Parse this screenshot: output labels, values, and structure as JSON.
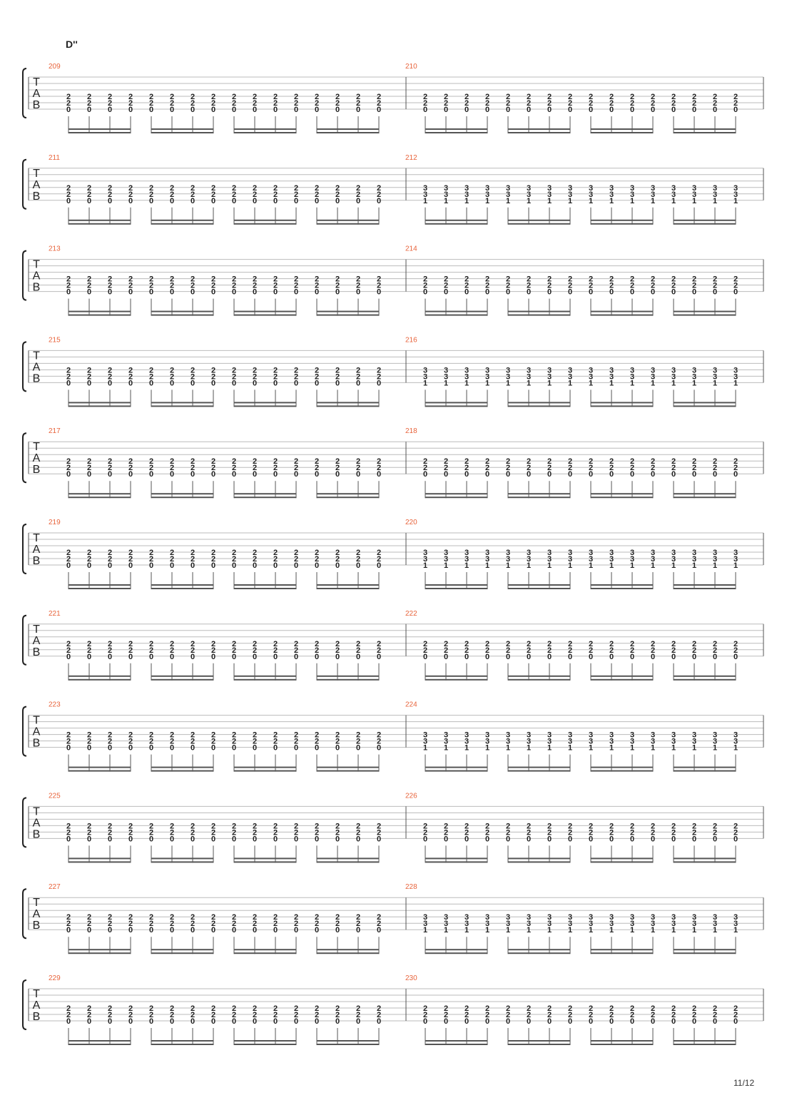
{
  "section_label": "D''",
  "page_number": "11/12",
  "tab_clef": [
    "T",
    "A",
    "B"
  ],
  "chords": {
    "A": [
      "2",
      "2",
      "0"
    ],
    "B": [
      "3",
      "3",
      "1"
    ]
  },
  "systems": [
    {
      "measures": [
        {
          "number": "209",
          "chord": "A"
        },
        {
          "number": "210",
          "chord": "A"
        }
      ]
    },
    {
      "measures": [
        {
          "number": "211",
          "chord": "A"
        },
        {
          "number": "212",
          "chord": "B"
        }
      ]
    },
    {
      "measures": [
        {
          "number": "213",
          "chord": "A"
        },
        {
          "number": "214",
          "chord": "A"
        }
      ]
    },
    {
      "measures": [
        {
          "number": "215",
          "chord": "A"
        },
        {
          "number": "216",
          "chord": "B"
        }
      ]
    },
    {
      "measures": [
        {
          "number": "217",
          "chord": "A"
        },
        {
          "number": "218",
          "chord": "A"
        }
      ]
    },
    {
      "measures": [
        {
          "number": "219",
          "chord": "A"
        },
        {
          "number": "220",
          "chord": "B"
        }
      ]
    },
    {
      "measures": [
        {
          "number": "221",
          "chord": "A"
        },
        {
          "number": "222",
          "chord": "A"
        }
      ]
    },
    {
      "measures": [
        {
          "number": "223",
          "chord": "A"
        },
        {
          "number": "224",
          "chord": "B"
        }
      ]
    },
    {
      "measures": [
        {
          "number": "225",
          "chord": "A"
        },
        {
          "number": "226",
          "chord": "A"
        }
      ]
    },
    {
      "measures": [
        {
          "number": "227",
          "chord": "A"
        },
        {
          "number": "228",
          "chord": "B"
        }
      ]
    },
    {
      "measures": [
        {
          "number": "229",
          "chord": "A"
        },
        {
          "number": "230",
          "chord": "A"
        }
      ]
    }
  ],
  "colors": {
    "measure_number": "#e8643c",
    "staff_line": "#bbbbbb",
    "barline": "#555555",
    "note_text": "#222222",
    "beam": "#555555"
  }
}
